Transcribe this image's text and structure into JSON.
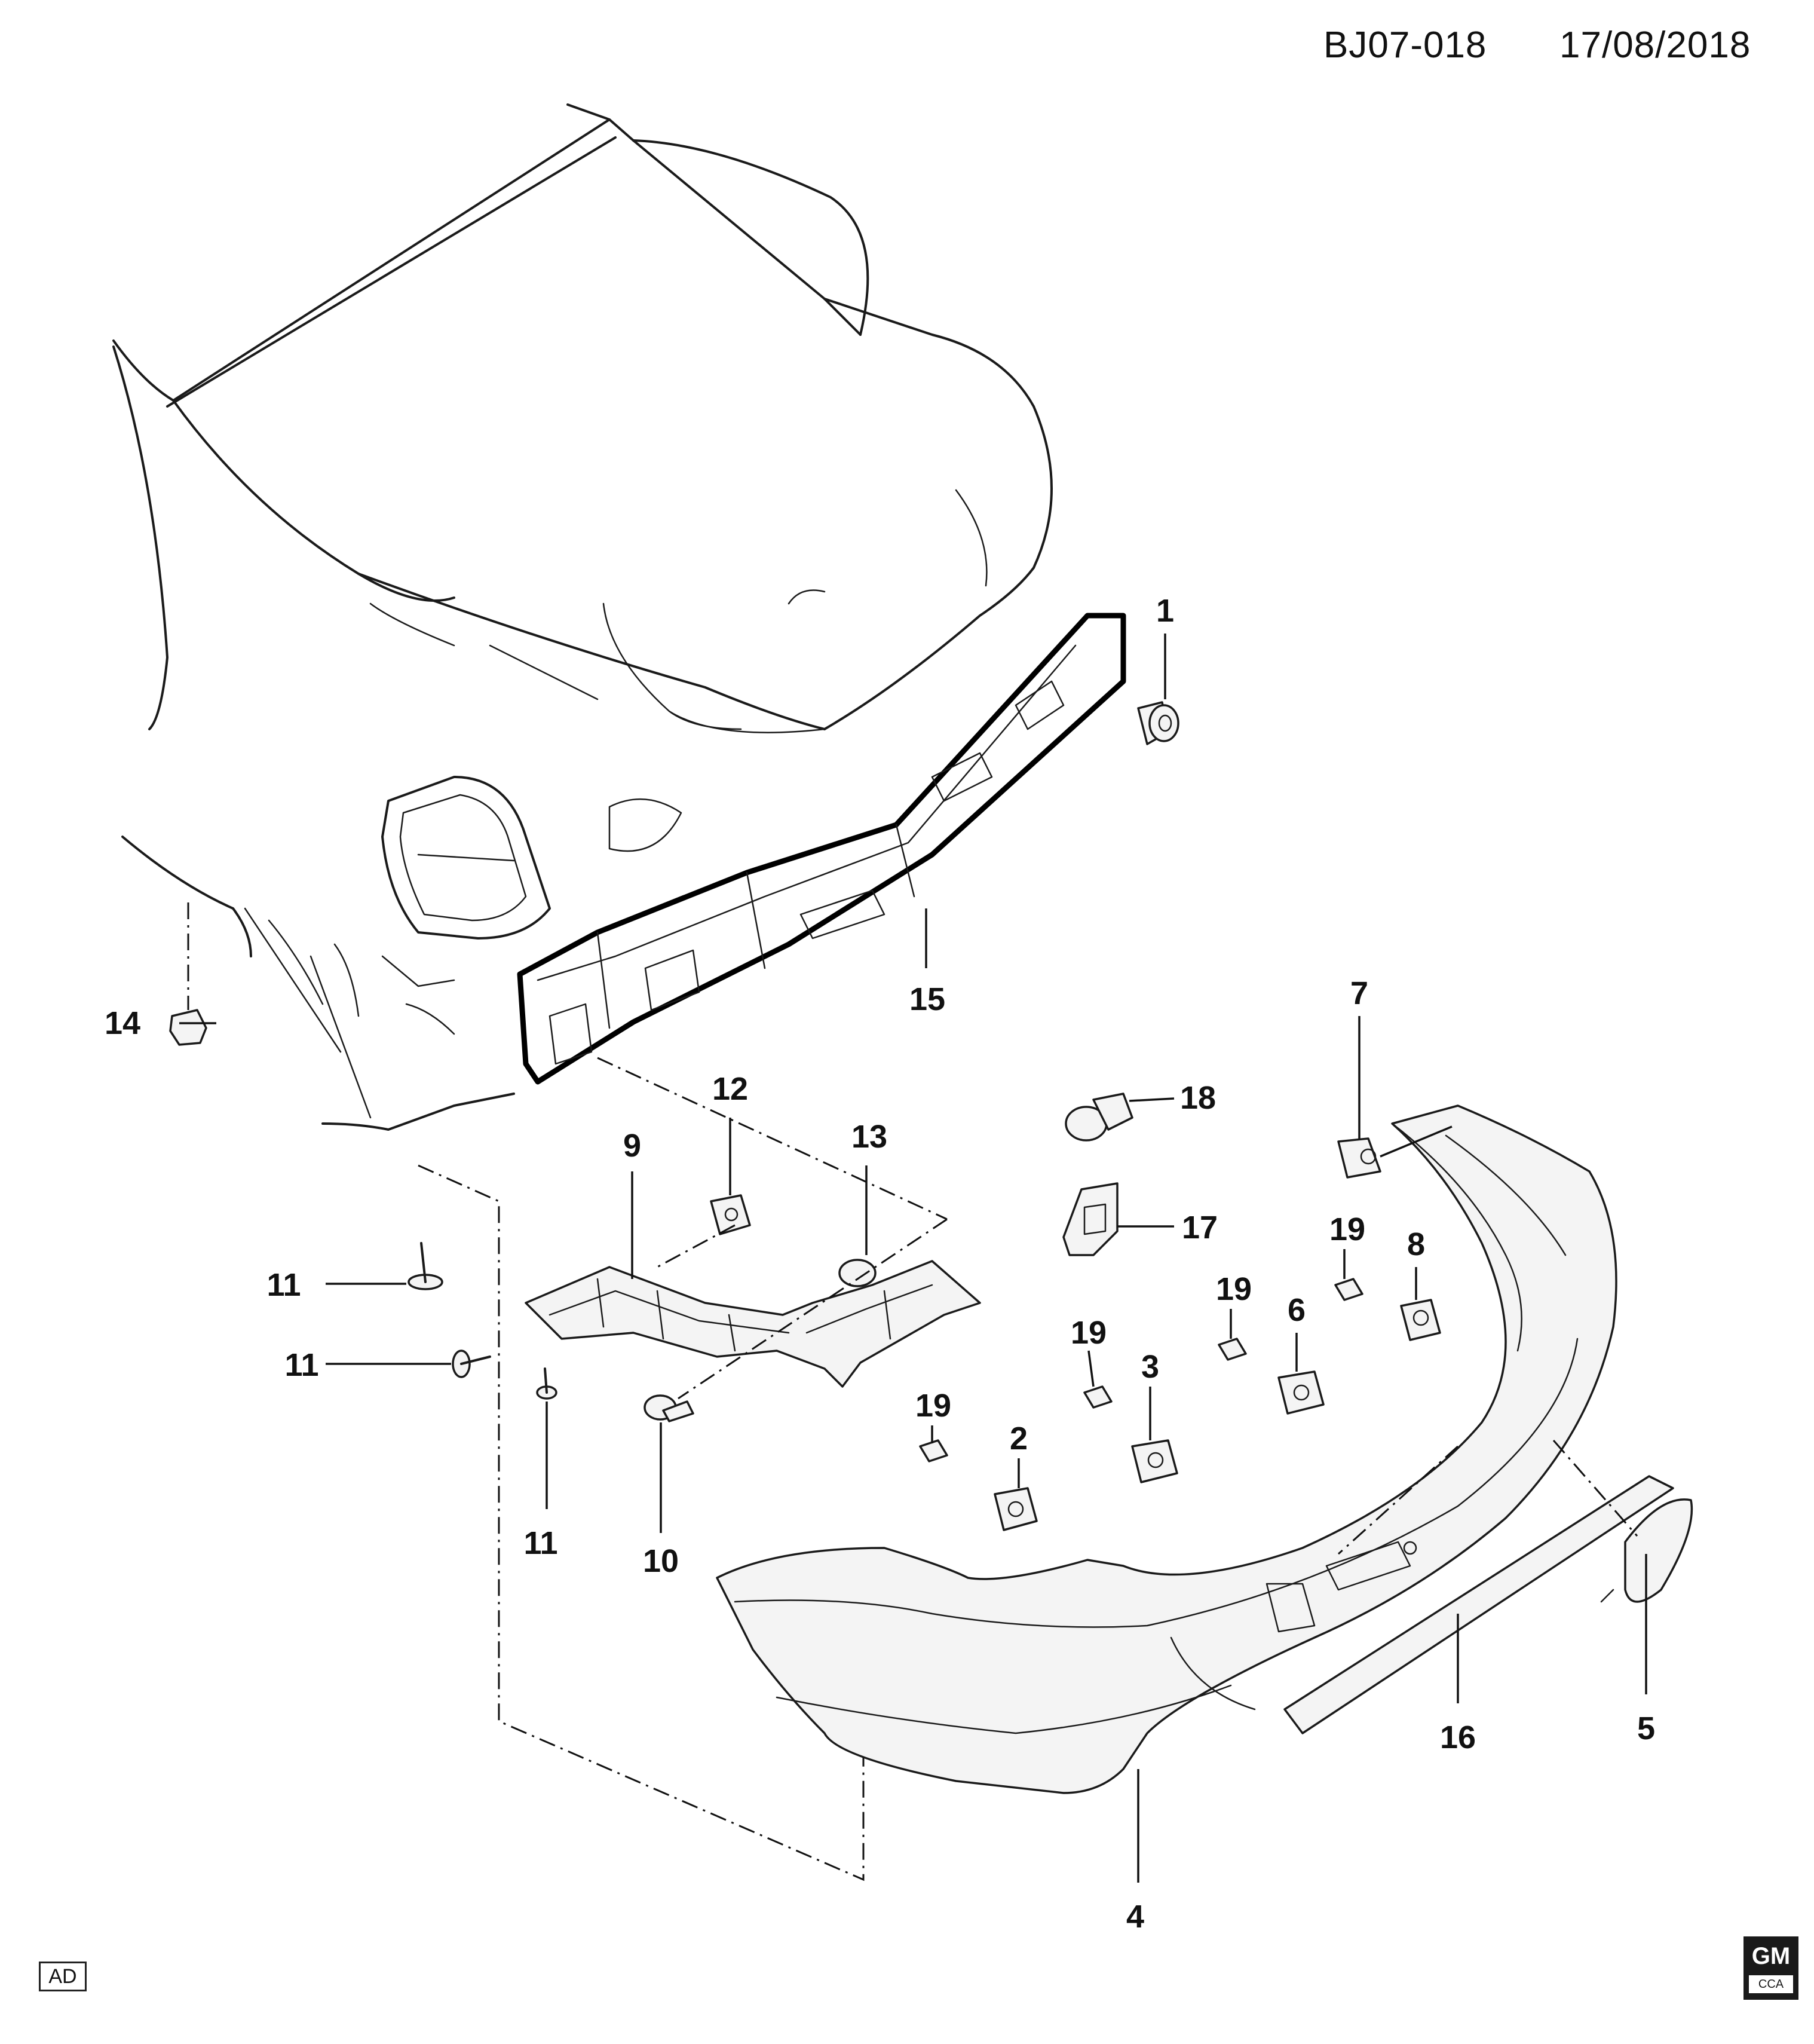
{
  "header": {
    "code": "BJ07-018",
    "date": "17/08/2018"
  },
  "footer": {
    "tag": "AD",
    "logo_text": "GM",
    "logo_subtext": "CCA"
  },
  "callouts": {
    "c1": "1",
    "c2": "2",
    "c3": "3",
    "c4": "4",
    "c5": "5",
    "c6": "6",
    "c7": "7",
    "c8": "8",
    "c9": "9",
    "c10": "10",
    "c11a": "11",
    "c11b": "11",
    "c11c": "11",
    "c12": "12",
    "c13": "13",
    "c14": "14",
    "c15": "15",
    "c16": "16",
    "c17": "17",
    "c18": "18",
    "c19a": "19",
    "c19b": "19",
    "c19c": "19",
    "c19d": "19"
  }
}
